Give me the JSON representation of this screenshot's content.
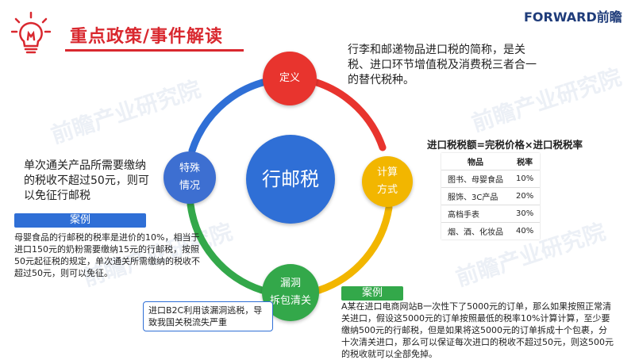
{
  "header": {
    "title": "重点政策/事件解读",
    "logo_forward": "FORWARD",
    "logo_cn": "前瞻"
  },
  "watermark": {
    "text": "前瞻产业研究院"
  },
  "cycle": {
    "center": "行邮税",
    "definition": "定义",
    "calc_line1": "计算",
    "calc_line2": "方式",
    "feature_line1": "特殊",
    "feature_line2": "情况",
    "loophole_line1": "漏洞",
    "loophole_line2": "拆包清关"
  },
  "definition_text": "行李和邮递物品进口税的简称，是关税、进口环节增值税及消费税三者合一的替代税种。",
  "formula": "进口税税额=完税价格×进口税税率",
  "tax_table": {
    "headers": [
      "物品",
      "税率"
    ],
    "rows": [
      [
        "图书、母婴食品",
        "10%"
      ],
      [
        "服饰、3C产品",
        "20%"
      ],
      [
        "高档手表",
        "30%"
      ],
      [
        "烟、酒、化妆品",
        "40%"
      ]
    ]
  },
  "feature_text": "单次通关产品所需要缴纳的税收不超过50元，则可以免征行邮税",
  "case1": {
    "tag": "案例",
    "text": "母婴食品的行邮税的税率是进价的10%，相当于进口150元的奶粉需要缴纳15元的行邮税，按照50元起征税的规定，单次通关所需缴纳的税收不超过50元，则可以免征。"
  },
  "note": "进口B2C利用该漏洞逃税，导致我国关税流失严重",
  "case2": {
    "tag": "案例",
    "text": "A某在进口电商网站B一次性下了5000元的订单，那么如果按照正常清关进口，假设这5000元的订单按照最低的税率10%计算计算，至少要缴纳500元的行邮税，但是如果将这5000元的订单拆成十个包裹，分十次清关进口，那么可以保证每次进口的税收不超过50元，则这500元的税收就可以全部免掉。"
  },
  "colors": {
    "accent_red": "#d9282f",
    "ring_red": "#e8342e",
    "ring_yellow": "#f2b600",
    "ring_green": "#33a84a",
    "ring_blue": "#2f6fd6"
  }
}
